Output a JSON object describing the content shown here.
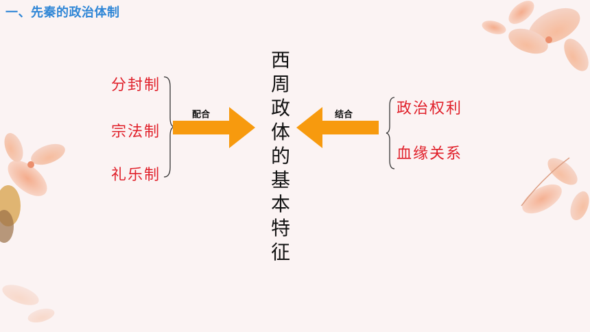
{
  "section_title": "一、先秦的政治体制",
  "center_title": [
    "西",
    "周",
    "政",
    "体",
    "的",
    "基",
    "本",
    "特",
    "征"
  ],
  "left_items": [
    "分封制",
    "宗法制",
    "礼乐制"
  ],
  "left_arrow_label": "配合",
  "right_items": [
    "政治权利",
    "血缘关系"
  ],
  "right_arrow_label": "结合",
  "colors": {
    "title_blue": "#2f86d6",
    "item_red": "#e0202a",
    "arrow_orange": "#f79a0e",
    "background": "#fbf3f3"
  },
  "icons": [
    "left-arrow-icon",
    "right-arrow-icon",
    "left-brace-icon",
    "right-brace-icon",
    "flower-decoration-icon"
  ]
}
